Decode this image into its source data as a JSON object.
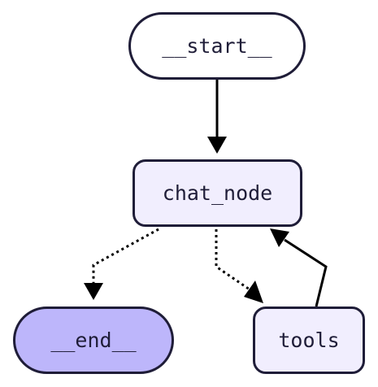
{
  "diagram": {
    "type": "flowchart",
    "nodes": [
      {
        "id": "start",
        "label": "__start__",
        "shape": "stadium",
        "fill": "#ffffff"
      },
      {
        "id": "chat_node",
        "label": "chat_node",
        "shape": "rounded-rect",
        "fill": "#f1eefe"
      },
      {
        "id": "end",
        "label": "__end__",
        "shape": "stadium",
        "fill": "#bdb6fb"
      },
      {
        "id": "tools",
        "label": "tools",
        "shape": "rounded-rect",
        "fill": "#f1eefe"
      }
    ],
    "edges": [
      {
        "from": "start",
        "to": "chat_node",
        "style": "solid"
      },
      {
        "from": "chat_node",
        "to": "end",
        "style": "dotted"
      },
      {
        "from": "chat_node",
        "to": "tools",
        "style": "dotted"
      },
      {
        "from": "tools",
        "to": "chat_node",
        "style": "solid"
      }
    ],
    "colors": {
      "stroke": "#1f1d38",
      "edge": "#000000"
    }
  }
}
